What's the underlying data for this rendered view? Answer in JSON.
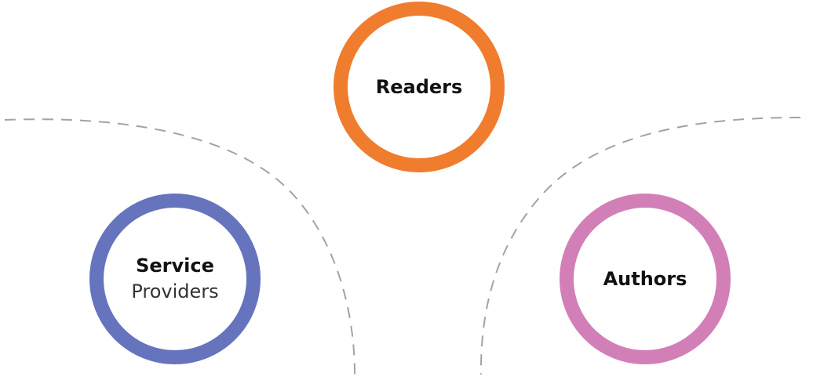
{
  "nodes": {
    "readers": {
      "label": "Readers",
      "color": "#f07c2e"
    },
    "service_providers": {
      "label_line1": "Service",
      "label_line2": "Providers",
      "color": "#6674bd"
    },
    "authors": {
      "label": "Authors",
      "color": "#d27fb8"
    }
  },
  "divider_color": "#a3a3a3"
}
